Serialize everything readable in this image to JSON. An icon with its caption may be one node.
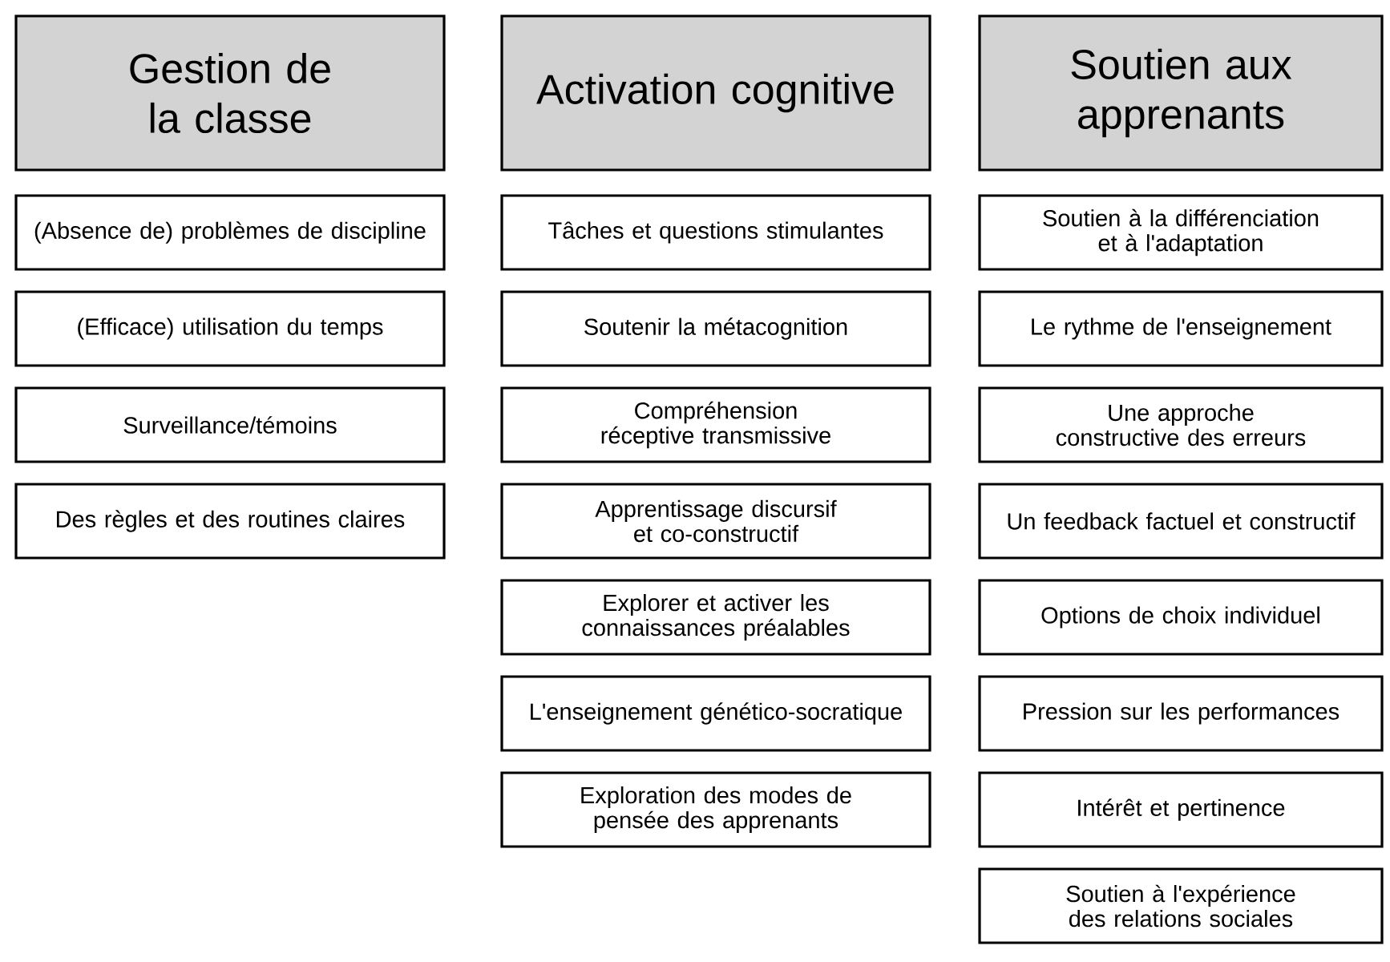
{
  "diagram": {
    "nodes": [
      {
        "text": [
          "Gestion de la classe"
        ]
      },
      {
        "text": [
          "(Absence de) problèmes de discipline"
        ]
      },
      {
        "text": [
          "(Efficace) utilisation du temps"
        ]
      },
      {
        "text": [
          "Surveillance/témoins"
        ]
      },
      {
        "text": [
          "Des règles et des routines claires"
        ]
      },
      {
        "text": [
          "Activation cognitive"
        ]
      },
      {
        "text": [
          "Tâches et questions stimulantes"
        ]
      },
      {
        "text": [
          "Soutenir la métacognition"
        ]
      },
      {
        "text": [
          "Compréhension réceptive transmissive"
        ]
      },
      {
        "text": [
          "Apprentissage discursif et co-constructif"
        ]
      },
      {
        "text": [
          "Explorer et activer les connaissances préalables"
        ]
      },
      {
        "text": [
          "L'enseignement génético-socratique"
        ]
      },
      {
        "text": [
          "Exploration des modes de pensée des apprenants"
        ]
      },
      {
        "text": [
          "Soutien aux apprenants"
        ]
      },
      {
        "text": [
          "Soutien à la différenciation et à l'adaptation"
        ]
      },
      {
        "text": [
          "Le rythme de l'enseignement"
        ]
      },
      {
        "text": [
          "Une approche constructive des erreurs"
        ]
      },
      {
        "text": [
          "Un feedback factuel et constructif"
        ]
      },
      {
        "text": [
          "Options de choix individuel"
        ]
      },
      {
        "text": [
          "Pression sur les performances"
        ]
      },
      {
        "text": [
          "Intérêt et pertinence"
        ]
      },
      {
        "text": [
          "Soutien à l'expérience des relations sociales"
        ]
      }
    ]
  }
}
